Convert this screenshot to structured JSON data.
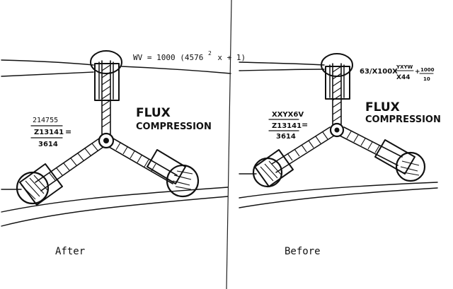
{
  "panels": {
    "after": {
      "caption": "After",
      "title_line1": "FLUX",
      "title_line2": "COMPRESSION",
      "formula": "WV = 1000 (4576",
      "formula_exp": "2",
      "formula_tail": "x + 1)",
      "fraction_top": "214755",
      "fraction_mid": "Z13141",
      "fraction_eq": "=",
      "fraction_bottom": "3614"
    },
    "before": {
      "caption": "Before",
      "title_line1": "FLUX",
      "title_line2": "COMPRESSION",
      "formula_num": "63/X100X",
      "formula_frac_top": "YXYW",
      "formula_frac_bottom": "X44",
      "formula_plus": "+",
      "formula_frac2_top": "1000",
      "formula_frac2_bottom": "10",
      "fraction_top": "XXYX6V",
      "fraction_mid": "Z13141",
      "fraction_eq": "=",
      "fraction_bottom": "3614"
    }
  },
  "colors": {
    "ink": "#111111",
    "background": "#ffffff"
  }
}
